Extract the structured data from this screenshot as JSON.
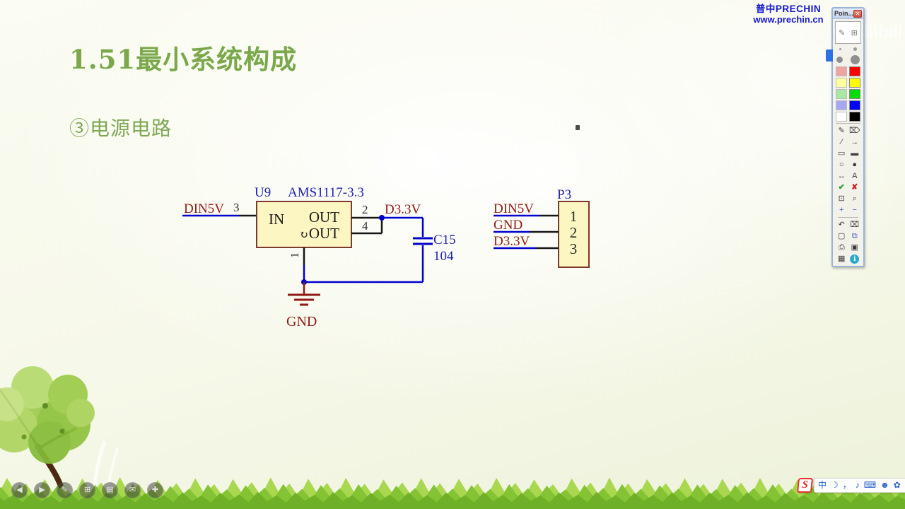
{
  "slide": {
    "title": "1.51最小系统构成",
    "subtitle": "③电源电路"
  },
  "branding": {
    "line1": "普中PRECHIN",
    "line2": "www.prechin.cn",
    "color": "#1616d2"
  },
  "watermark": "bilibili",
  "schematic": {
    "regulator": {
      "designator": "U9",
      "part": "AMS1117-3.3",
      "in_label": "IN",
      "out1_label": "OUT",
      "out2_label": "OUT",
      "rotate_glyph": "↻",
      "in_pin": "3",
      "out1_pin": "2",
      "out2_pin": "4",
      "gnd_pin": "1"
    },
    "nets": {
      "input": "DIN5V",
      "output": "D3.3V",
      "ground": "GND"
    },
    "capacitor": {
      "designator": "C15",
      "value": "104"
    },
    "connector": {
      "designator": "P3",
      "rows": [
        {
          "net": "DIN5V",
          "pin": "1"
        },
        {
          "net": "GND",
          "pin": "2"
        },
        {
          "net": "D3.3V",
          "pin": "3"
        }
      ]
    },
    "colors": {
      "wire": "#0000cc",
      "pin": "#161616",
      "body_fill": "#fbf6c2",
      "body_stroke": "#7c392c",
      "net_label": "#8f1a12",
      "designator": "#2020ae",
      "power": "#8f1a12"
    }
  },
  "pointofix": {
    "title": "Poin...",
    "close_glyph": "✕",
    "logo_left": "✎",
    "logo_right": "⊞",
    "palette": [
      [
        "#f0a3a3",
        "#fe0000"
      ],
      [
        "#ffffa0",
        "#ffff00"
      ],
      [
        "#a8e8a2",
        "#00dd00"
      ],
      [
        "#a6a6f2",
        "#0000ff"
      ],
      [
        "#ffffff",
        "#000000"
      ]
    ],
    "tools": [
      {
        "name": "freehand",
        "glyph": "✎"
      },
      {
        "name": "eraser",
        "glyph": "⌦"
      },
      {
        "name": "line",
        "glyph": "∕"
      },
      {
        "name": "arrow",
        "glyph": "→"
      },
      {
        "name": "rectangle",
        "glyph": "▭"
      },
      {
        "name": "rectangle-filled",
        "glyph": "▬"
      },
      {
        "name": "ellipse",
        "glyph": "○"
      },
      {
        "name": "ellipse-filled",
        "glyph": "●"
      },
      {
        "name": "double-arrow",
        "glyph": "↔"
      },
      {
        "name": "text",
        "glyph": "A"
      },
      {
        "name": "confirm",
        "glyph": "✔"
      },
      {
        "name": "cancel",
        "glyph": "✘"
      },
      {
        "name": "crop",
        "glyph": "⊡"
      },
      {
        "name": "magnifier",
        "glyph": "⌕"
      },
      {
        "name": "zoom-in",
        "glyph": "+"
      },
      {
        "name": "zoom-out",
        "glyph": "−"
      },
      {
        "name": "undo",
        "glyph": "↶"
      },
      {
        "name": "delete",
        "glyph": "⌧"
      },
      {
        "name": "new-page",
        "glyph": "▢"
      },
      {
        "name": "copy",
        "glyph": "⧉"
      },
      {
        "name": "print",
        "glyph": "⎙"
      },
      {
        "name": "save",
        "glyph": "▣"
      },
      {
        "name": "screenshot",
        "glyph": "▦"
      },
      {
        "name": "info",
        "glyph": "i"
      }
    ]
  },
  "player": {
    "buttons": [
      {
        "name": "previous",
        "glyph": "◀"
      },
      {
        "name": "play",
        "glyph": "▶"
      },
      {
        "name": "annotate",
        "glyph": "✎"
      },
      {
        "name": "fullscreen",
        "glyph": "⊞"
      },
      {
        "name": "record",
        "glyph": "▤"
      },
      {
        "name": "message",
        "glyph": "✉"
      },
      {
        "name": "more",
        "glyph": "✚"
      }
    ]
  },
  "ime": {
    "logo": "S",
    "items": [
      {
        "name": "chinese-mode",
        "glyph": "中"
      },
      {
        "name": "half-full-width",
        "glyph": "☽"
      },
      {
        "name": "punctuation",
        "glyph": "，"
      },
      {
        "name": "voice-input",
        "glyph": "♪"
      },
      {
        "name": "soft-keyboard",
        "glyph": "⌨"
      },
      {
        "name": "account",
        "glyph": "☻"
      },
      {
        "name": "skin",
        "glyph": "✿"
      },
      {
        "name": "toolbox",
        "glyph": "⊞"
      }
    ]
  }
}
